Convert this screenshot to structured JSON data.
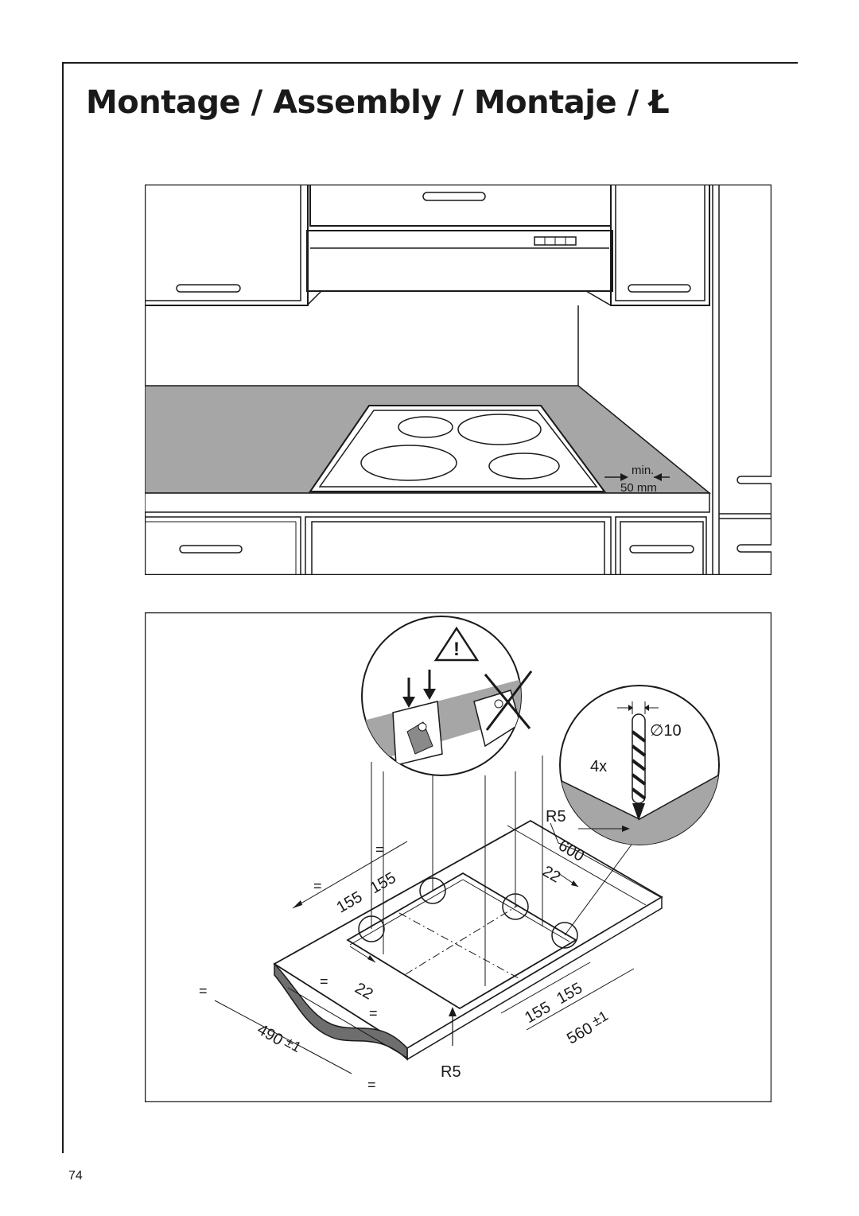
{
  "page": {
    "title": "Montage / Assembly / Montaje /     Ł",
    "page_number": "74"
  },
  "kitchen_figure": {
    "min_label": "min.",
    "clearance_label": "50 mm"
  },
  "mounting_figure": {
    "drill_diameter": "∅10",
    "count_label": "4x",
    "radius_top": "R5",
    "radius_bottom": "R5",
    "dim_600": "600",
    "dim_22_top": "22",
    "dim_22_bottom": "22",
    "dim_155_a": "155",
    "dim_155_b": "155",
    "dim_155_c": "155",
    "dim_155_d": "155",
    "dim_490": "490",
    "dim_560": "560",
    "tolerance": "±1",
    "equal_mark": "="
  },
  "icons": [
    "warning-icon",
    "cross-out-icon"
  ]
}
